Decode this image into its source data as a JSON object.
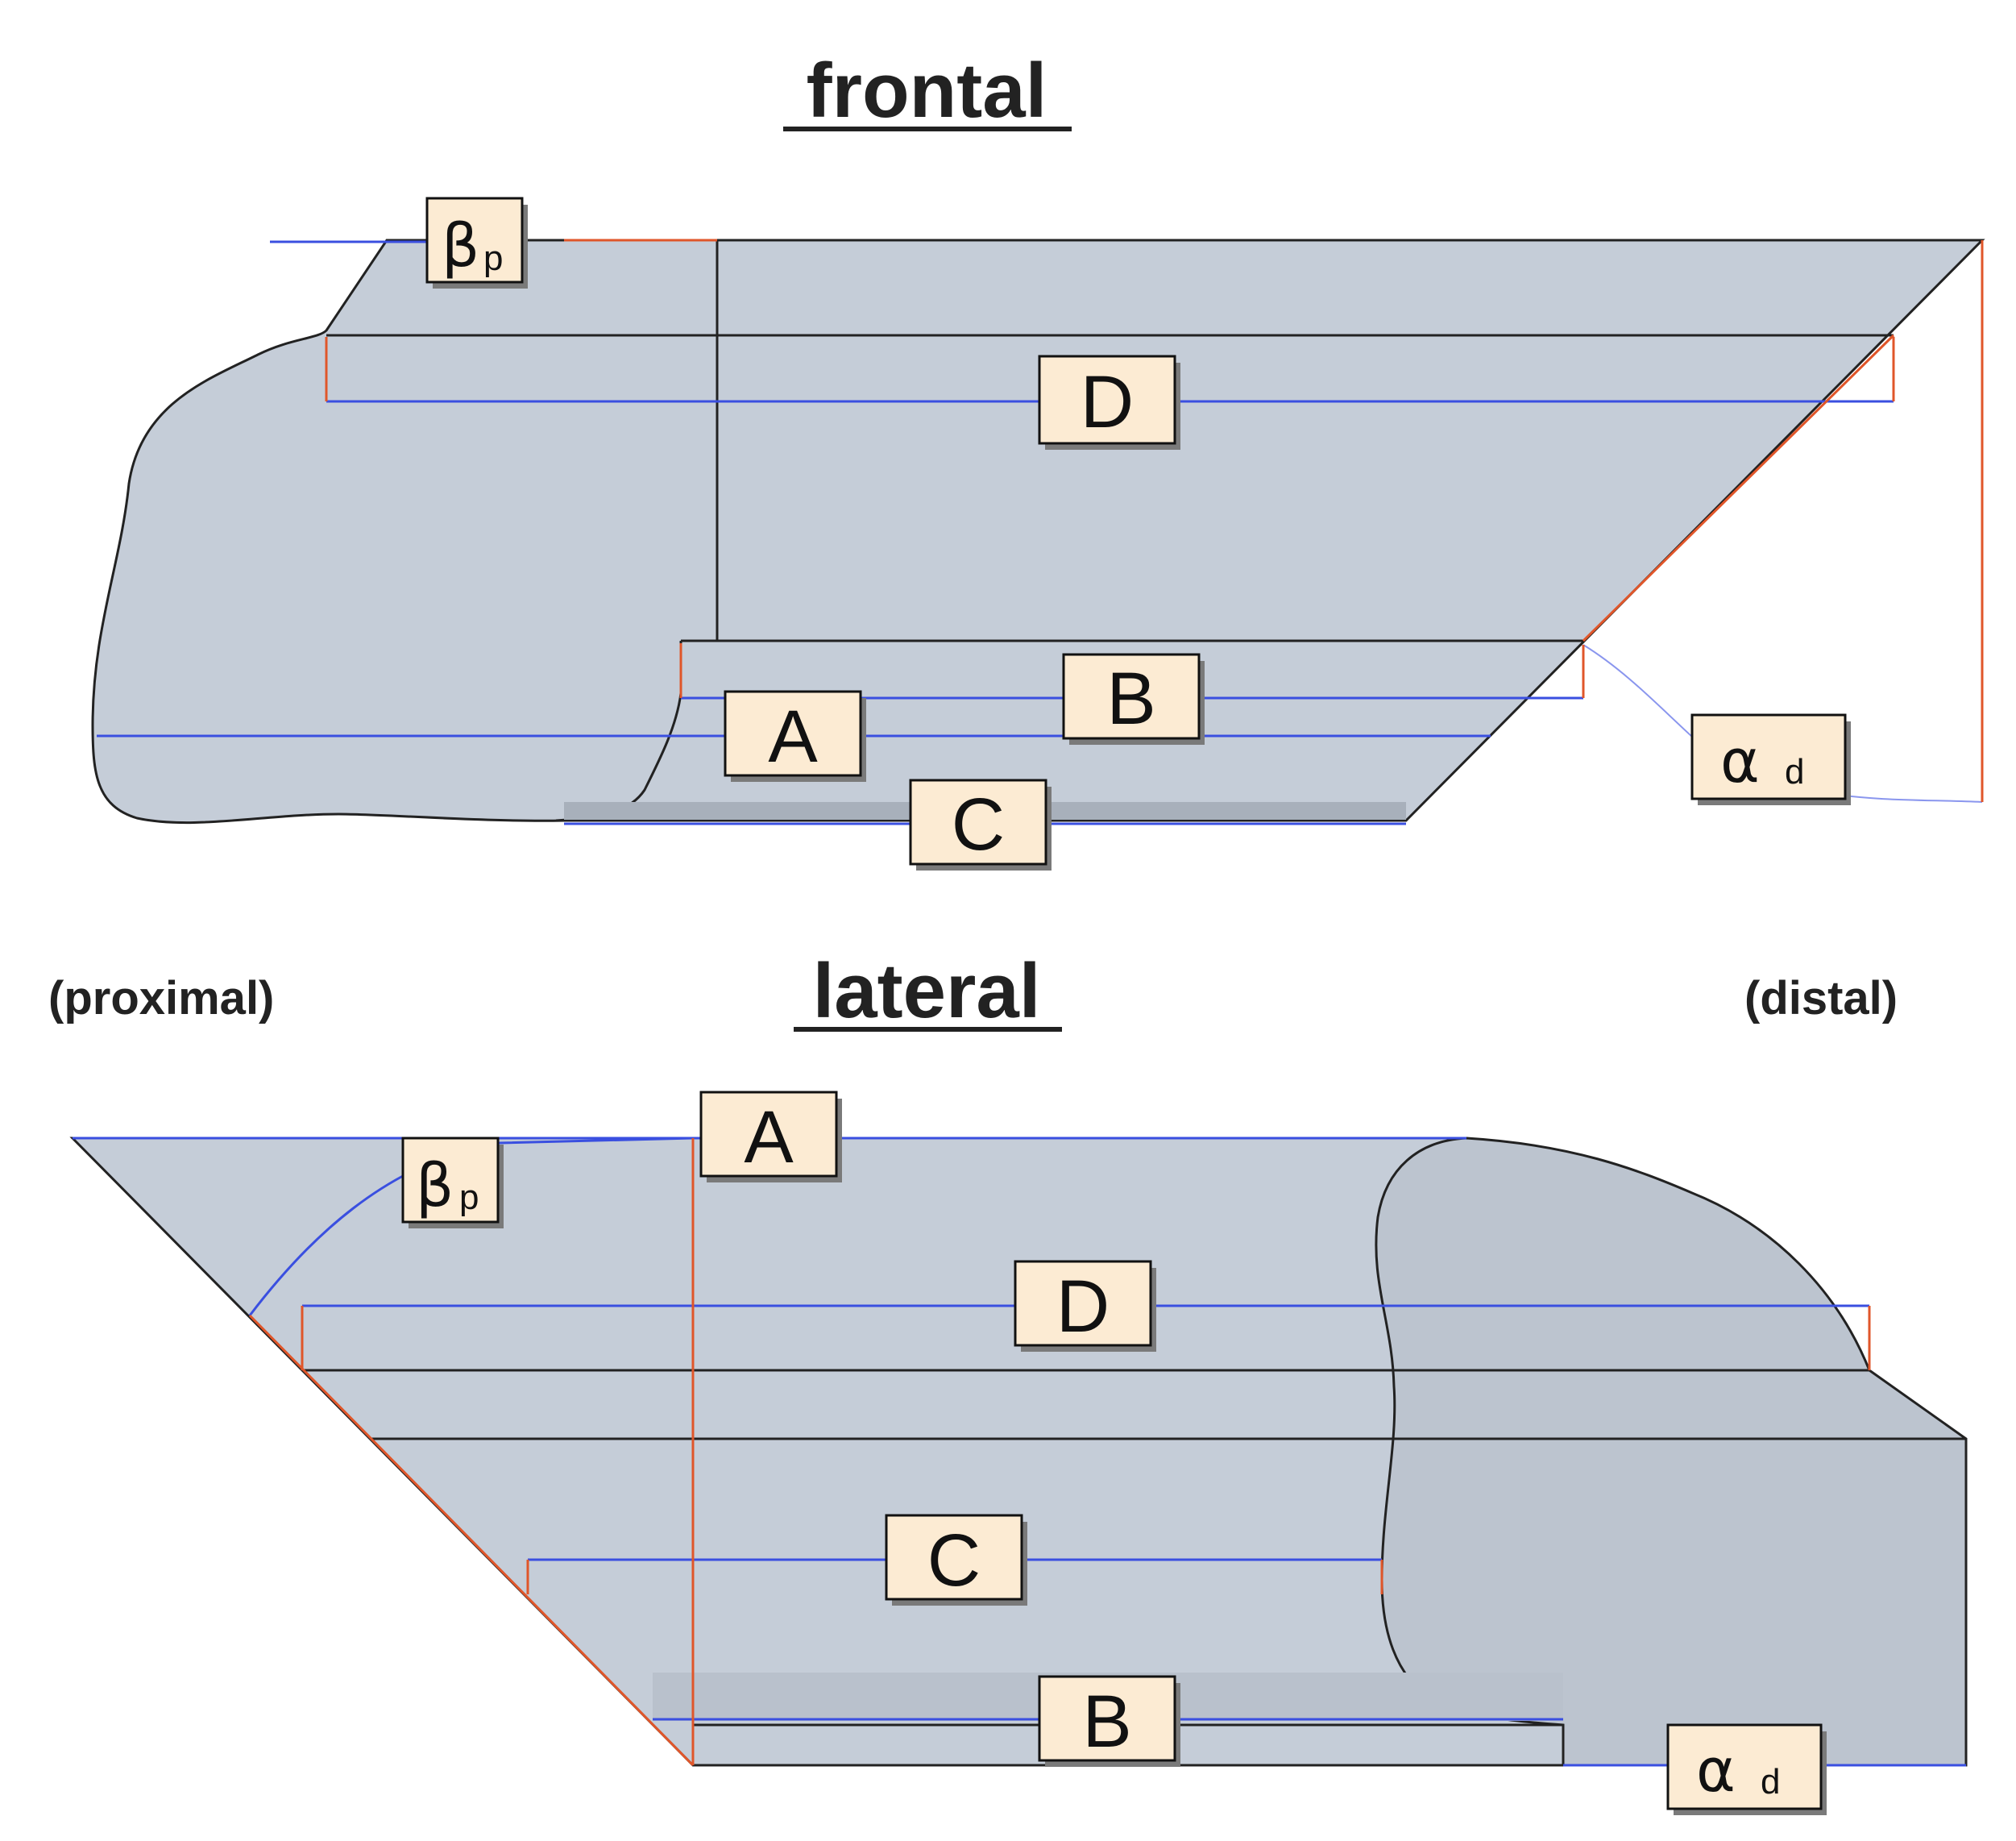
{
  "titles": {
    "frontal": "frontal",
    "lateral": "lateral"
  },
  "side_labels": {
    "proximal": "(proximal)",
    "distal": "(distal)"
  },
  "frontal_labels": {
    "beta": "β",
    "beta_sub": "p",
    "D": "D",
    "A": "A",
    "B": "B",
    "C": "C",
    "alpha": "α",
    "alpha_sub": "d"
  },
  "lateral_labels": {
    "A": "A",
    "beta": "β",
    "beta_sub": "p",
    "D": "D",
    "C": "C",
    "B": "B",
    "alpha": "α",
    "alpha_sub": "d"
  },
  "colors": {
    "bone_fill": "#c5cdd8",
    "label_box_fill": "#fcebd3",
    "measure_line_blue": "#3a4fe0",
    "reference_line_orange": "#e0562a"
  }
}
